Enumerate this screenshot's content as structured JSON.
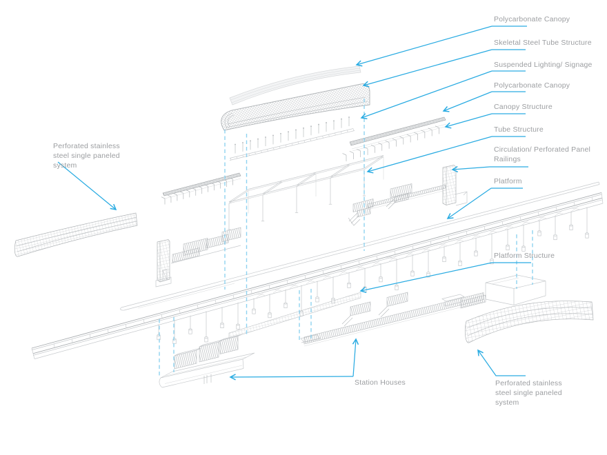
{
  "figure": {
    "title": "Exploded axonometric diagram of an elevated rail station"
  },
  "colors": {
    "accent_blue": "#29abe2",
    "guide_dash_blue": "#8ed2f0",
    "wireframe_gray": "#c6c9cc",
    "label_text_gray": "#9b9da0",
    "background": "#ffffff"
  },
  "callouts": {
    "polycarbonate_canopy_top": {
      "text": "Polycarbonate Canopy"
    },
    "skeletal_steel_tube_structure": {
      "text": "Skeletal Steel Tube Structure"
    },
    "suspended_lighting_signage": {
      "text": "Suspended Lighting/ Signage"
    },
    "polycarbonate_canopy_2": {
      "text": "Polycarbonate Canopy"
    },
    "canopy_structure": {
      "text": "Canopy Structure"
    },
    "tube_structure": {
      "text": "Tube Structure"
    },
    "circulation_perforated_panel_railings": {
      "text": "Circulation/ Perforated Panel Railings"
    },
    "platform": {
      "text": "Platform"
    },
    "platform_structure": {
      "text": "Platform Structure"
    },
    "station_houses": {
      "text": "Station Houses"
    },
    "perforated_panel_left": {
      "text": "Perforated stainless steel single paneled system"
    },
    "perforated_panel_right": {
      "text": "Perforated stainless steel single paneled system"
    }
  }
}
